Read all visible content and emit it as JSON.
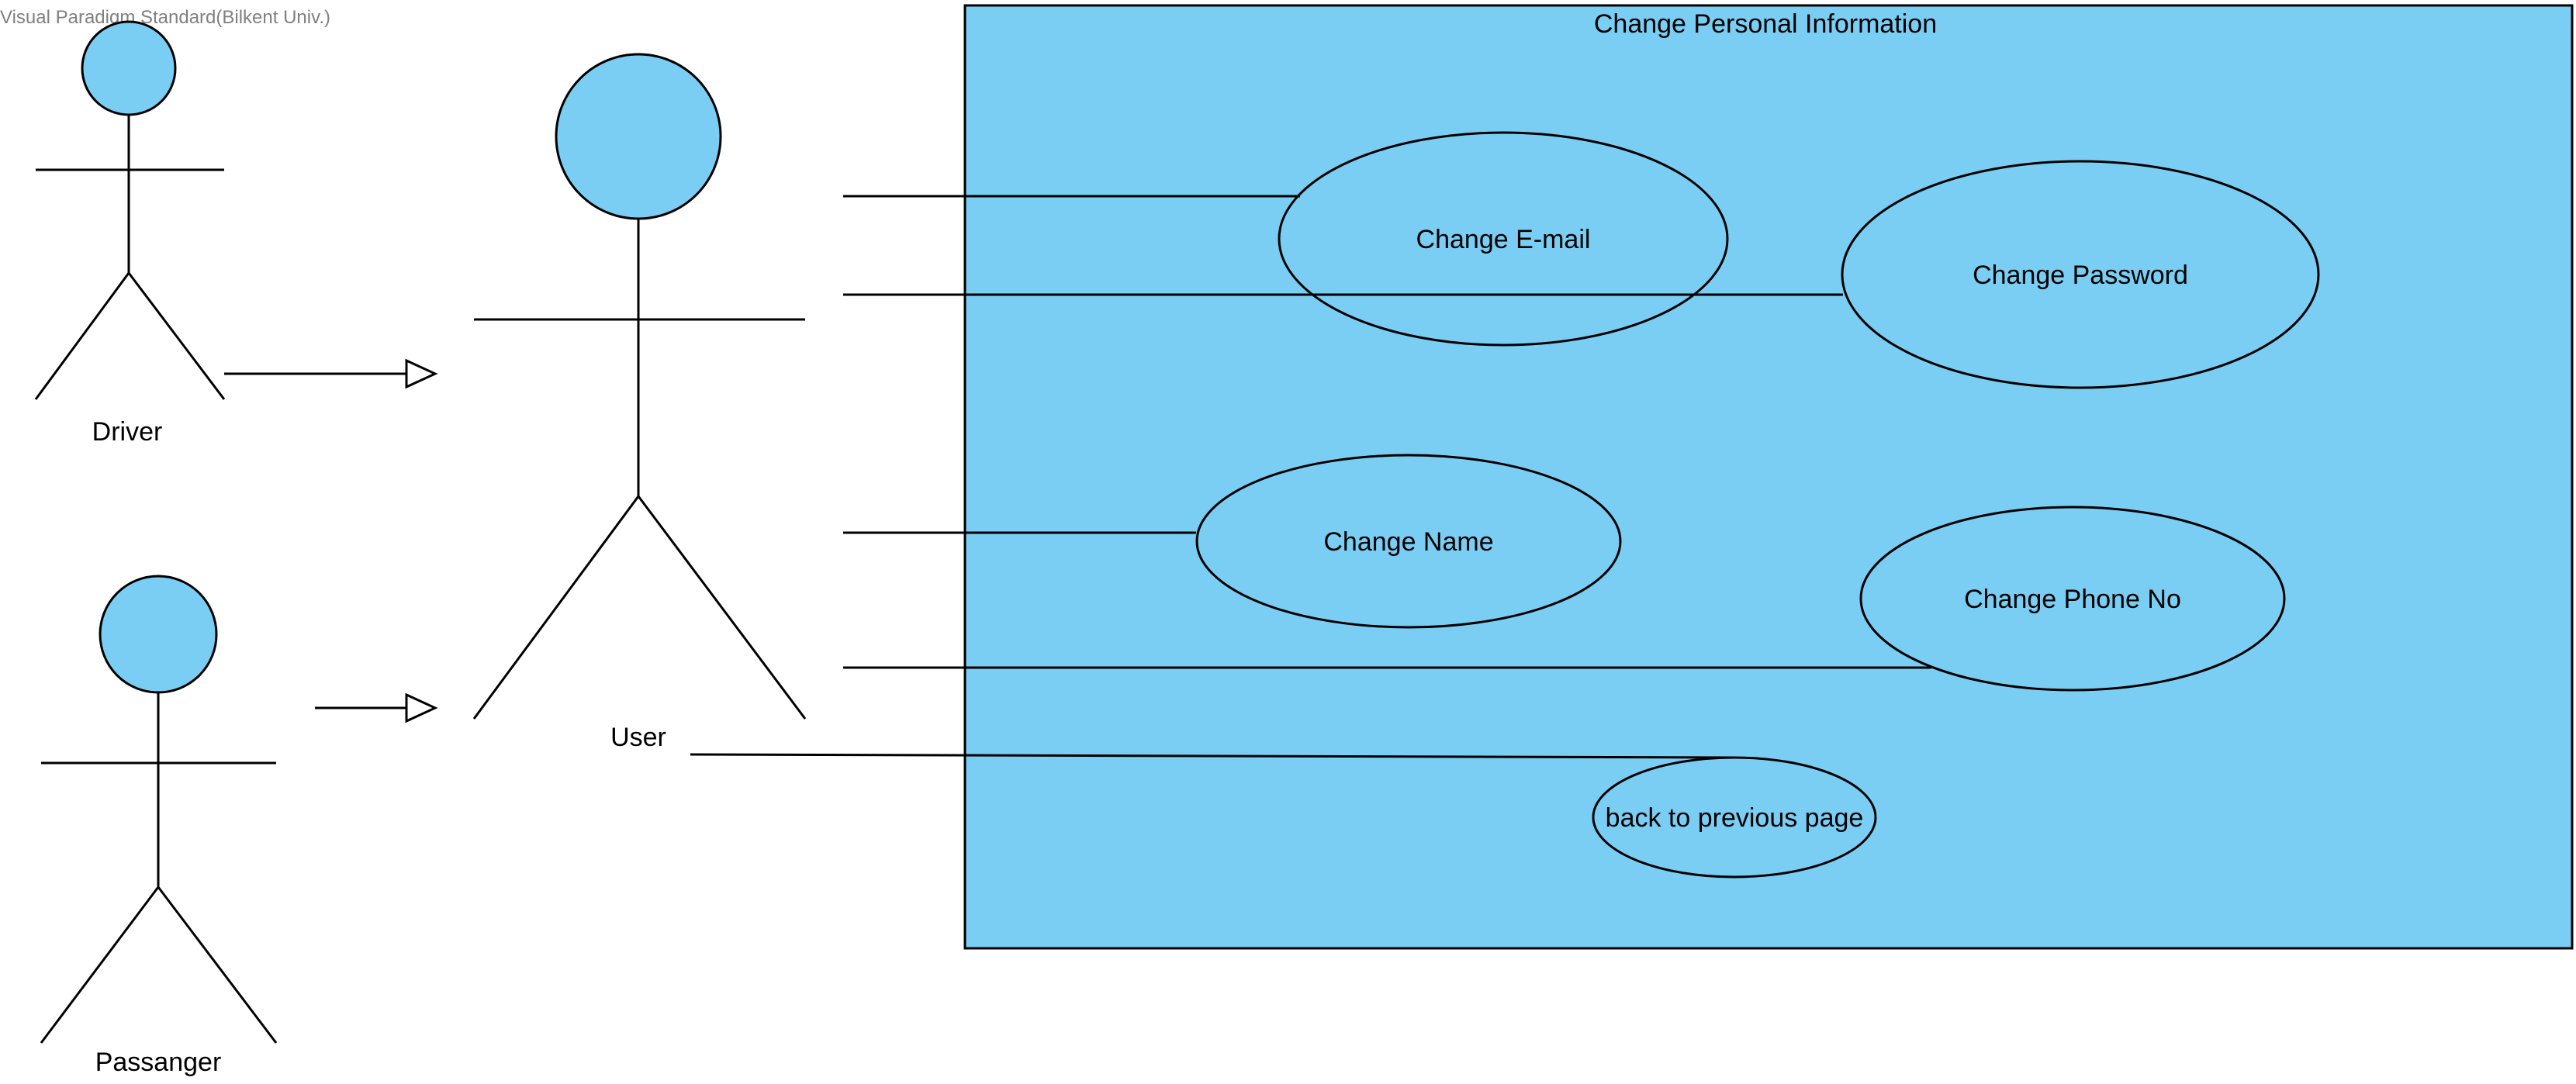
{
  "watermark": "Visual Paradigm Standard(Bilkent Univ.)",
  "colors": {
    "fill": "#7acef4",
    "stroke": "#000000",
    "background": "#ffffff",
    "watermark": "#808080"
  },
  "system": {
    "title": "Change Personal Information"
  },
  "actors": {
    "driver": {
      "label": "Driver"
    },
    "passanger": {
      "label": "Passanger"
    },
    "user": {
      "label": "User"
    }
  },
  "use_cases": {
    "change_email": {
      "label": "Change E-mail"
    },
    "change_password": {
      "label": "Change Password"
    },
    "change_name": {
      "label": "Change Name"
    },
    "change_phone": {
      "label": "Change Phone No"
    },
    "back": {
      "label": "back to previous page"
    }
  },
  "relationships": [
    {
      "type": "generalization",
      "from": "Driver",
      "to": "User"
    },
    {
      "type": "generalization",
      "from": "Passanger",
      "to": "User"
    },
    {
      "type": "association",
      "from": "User",
      "to": "Change E-mail"
    },
    {
      "type": "association",
      "from": "User",
      "to": "Change Password"
    },
    {
      "type": "association",
      "from": "User",
      "to": "Change Name"
    },
    {
      "type": "association",
      "from": "User",
      "to": "Change Phone No"
    },
    {
      "type": "association",
      "from": "User",
      "to": "back to previous page"
    }
  ]
}
